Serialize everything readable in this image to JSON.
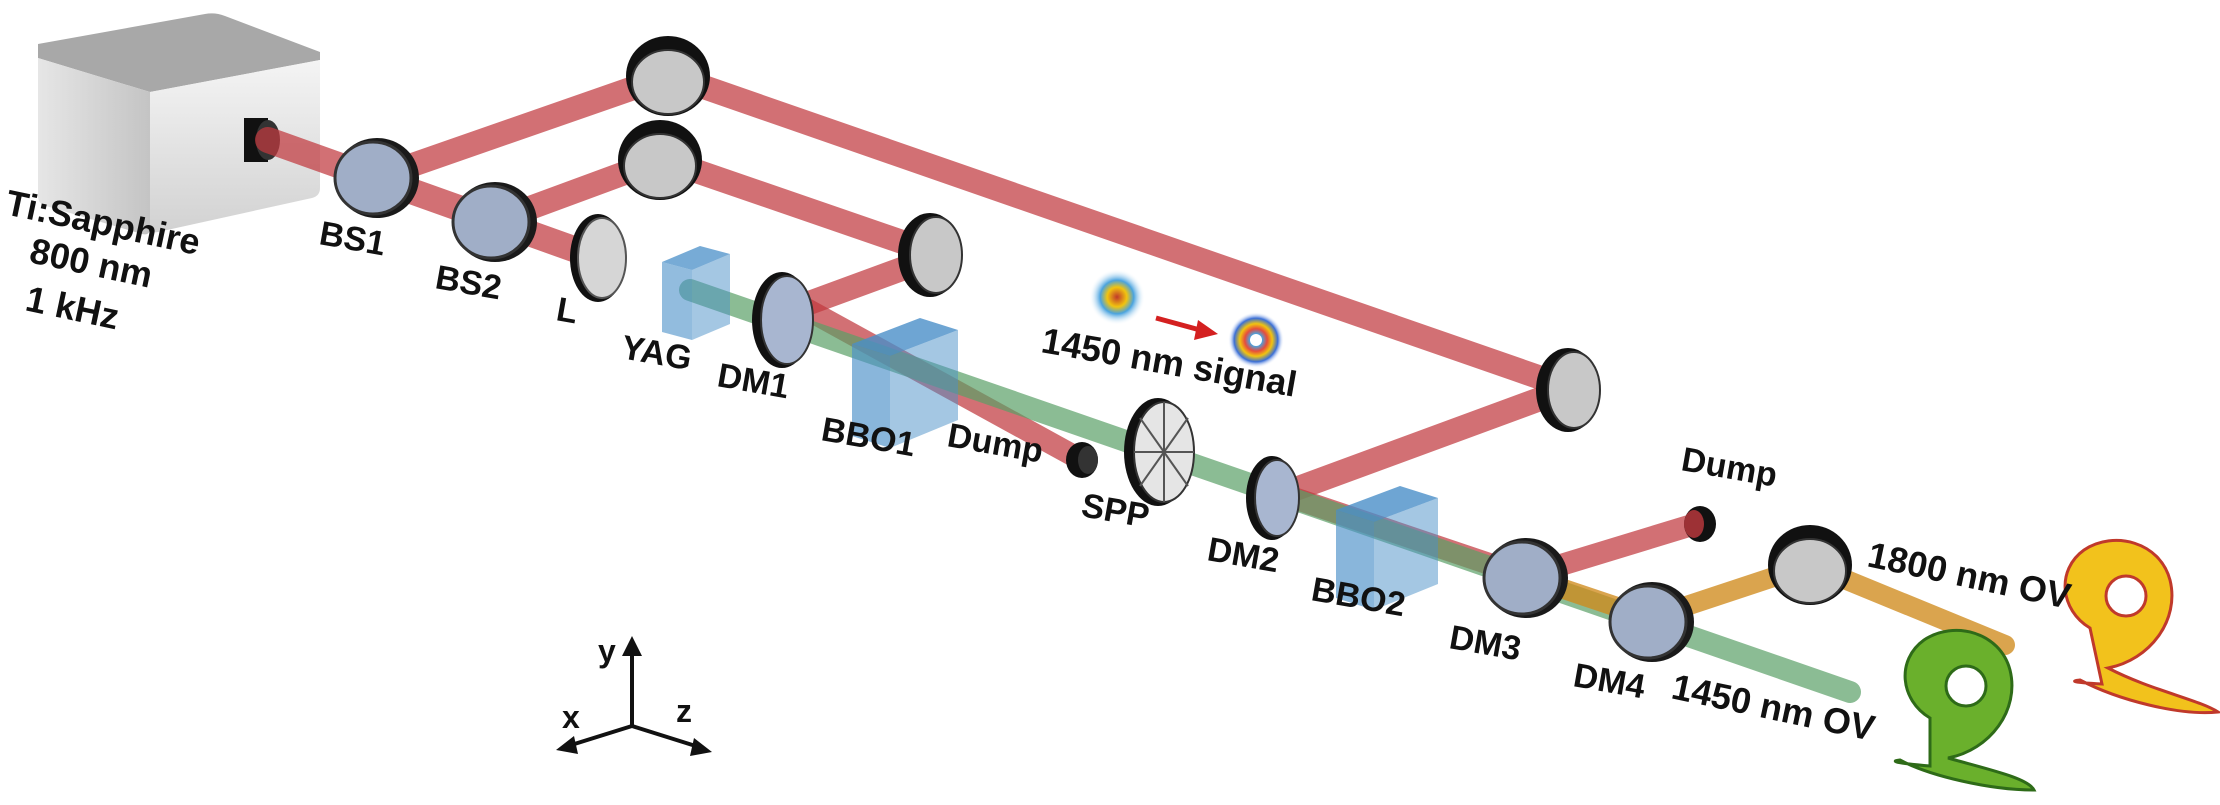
{
  "laser": {
    "name": "Ti:Sapphire",
    "wavelength": "800 nm",
    "rep_rate": "1 kHz"
  },
  "components": {
    "bs1": "BS1",
    "bs2": "BS2",
    "lens": "L",
    "yag": "YAG",
    "dm1": "DM1",
    "bbo1": "BBO1",
    "dump1": "Dump",
    "spp": "SPP",
    "dm2": "DM2",
    "bbo2": "BBO2",
    "dm3": "DM3",
    "dm4": "DM4",
    "dump2": "Dump"
  },
  "inset": {
    "label": "1450 nm signal"
  },
  "outputs": {
    "idler": "1800 nm OV",
    "signal": "1450 nm OV"
  },
  "axes": {
    "x": "x",
    "y": "y",
    "z": "z"
  },
  "colors": {
    "pump_beam": "#c0393f",
    "signal_beam": "#5aa066",
    "idler_beam": "#d08a1c",
    "crystal": "#4a8fc8",
    "optic_glass": "#b9c9e6",
    "laser_box": "#dcdcdc",
    "vortex_yellow": "#f2c21c",
    "vortex_green": "#6ab02c"
  }
}
